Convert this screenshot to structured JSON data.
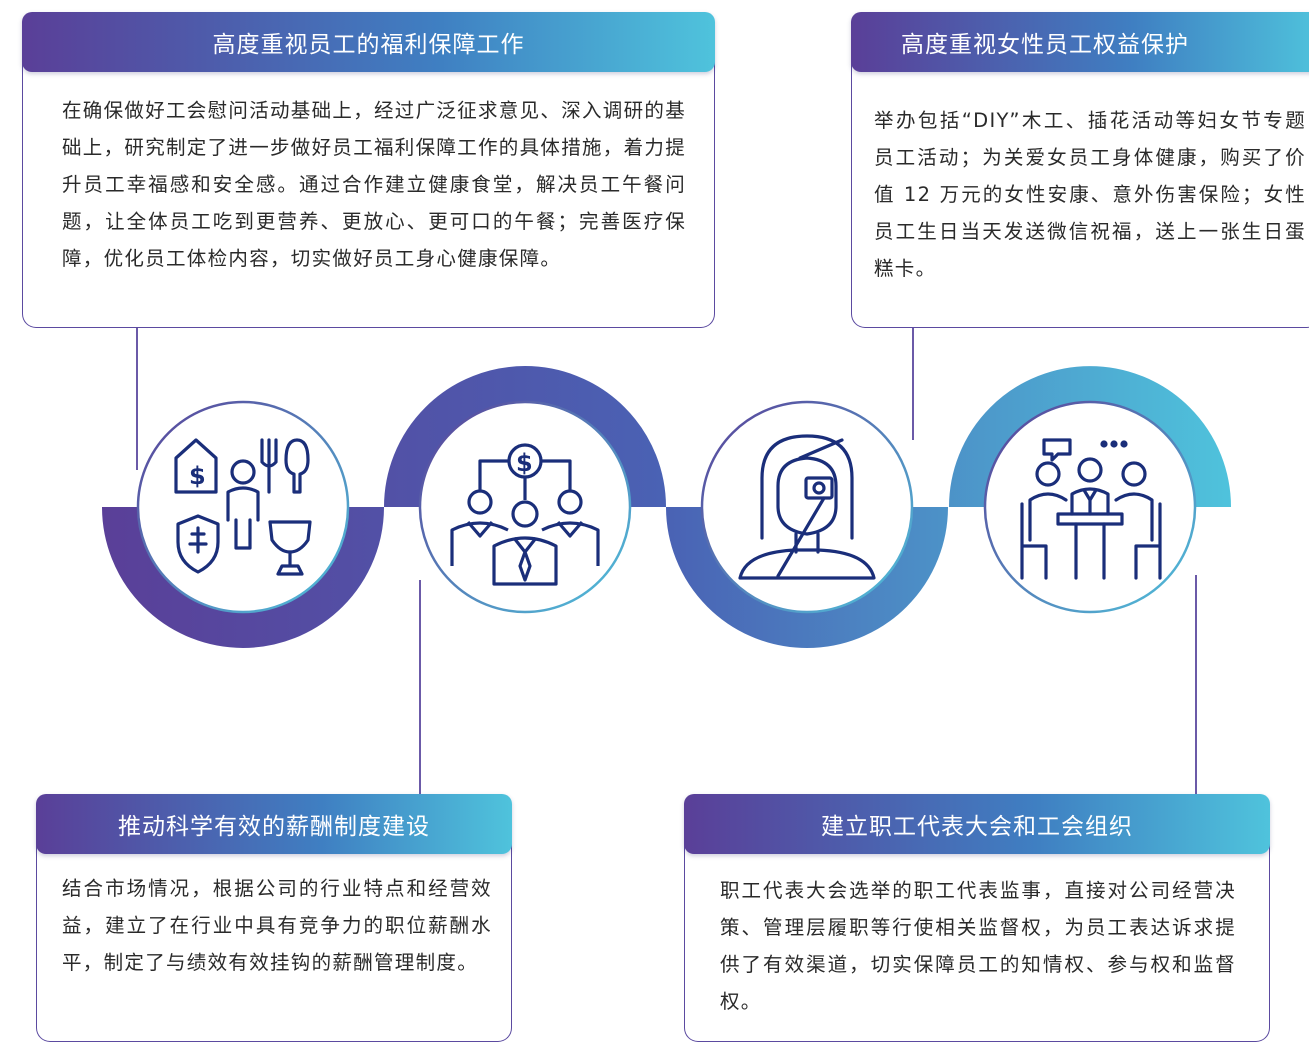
{
  "cards": [
    {
      "title": "高度重视员工的福利保障工作",
      "text": "在确保做好工会慰问活动基础上，经过广泛征求意见、深入调研的基础上，研究制定了进一步做好员工福利保障工作的具体措施，着力提升员工幸福感和安全感。通过合作建立健康食堂，解决员工午餐问题，让全体员工吃到更营养、更放心、更可口的午餐；完善医疗保障，优化员工体检内容，切实做好员工身心健康保障。"
    },
    {
      "title": "高度重视女性员工权益保护",
      "text": "举办包括“DIY”木工、插花活动等妇女节专题员工活动；为关爱女员工身体健康，购买了价值 12 万元的女性安康、意外伤害保险；女性员工生日当天发送微信祝福，送上一张生日蛋糕卡。"
    },
    {
      "title": "推动科学有效的薪酬制度建设",
      "text": "结合市场情况，根据公司的行业特点和经营效益，建立了在行业中具有竞争力的职位薪酬水平，制定了与绩效有效挂钩的薪酬管理制度。"
    },
    {
      "title": "建立职工代表大会和工会组织",
      "text": "职工代表大会选举的职工代表监事，直接对公司经营决策、管理层履职等行使相关监督权，为员工表达诉求提供了有效渠道，切实保障员工的知情权、参与权和监督权。"
    }
  ],
  "icons": [
    {
      "name": "welfare-icon",
      "dollar": "$"
    },
    {
      "name": "salary-hierarchy-icon",
      "dollar": "$"
    },
    {
      "name": "woman-icon"
    },
    {
      "name": "meeting-icon"
    }
  ],
  "colors": {
    "purple": "#5a3f98",
    "blue": "#3f7fc2",
    "cyan": "#4fc3dc",
    "icon": "#1a2e7a",
    "text": "#2a2a2a"
  }
}
